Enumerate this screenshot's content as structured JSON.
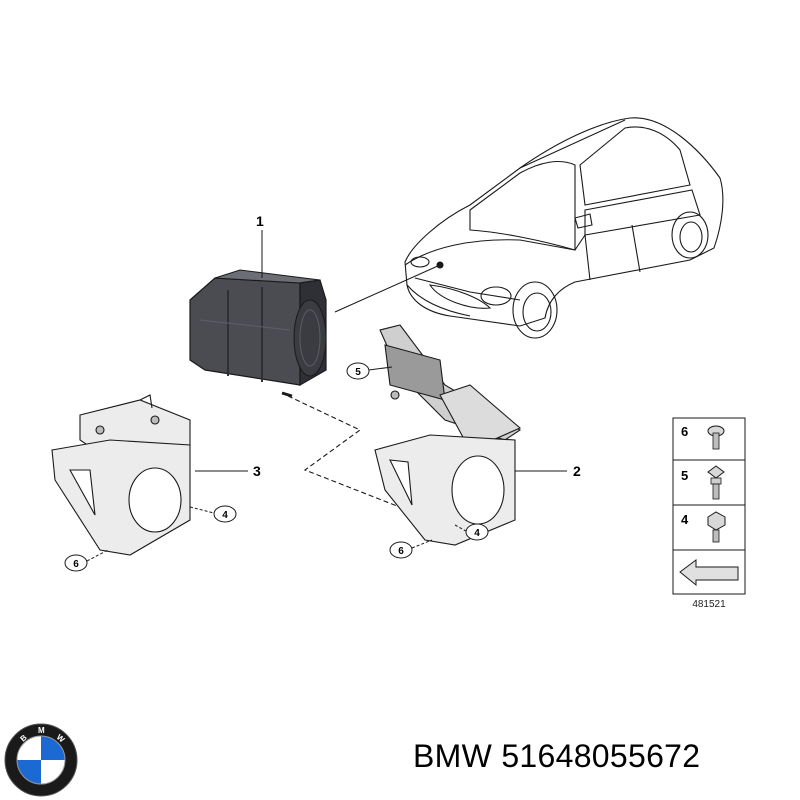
{
  "diagram": {
    "callouts": {
      "c1": "1",
      "c2": "2",
      "c3": "3"
    },
    "bubbles": {
      "b5": "5",
      "b4_left": "4",
      "b6_left": "6",
      "b4_right": "4",
      "b6_right": "6"
    },
    "legend": {
      "items": [
        "6",
        "5",
        "4"
      ]
    },
    "drawing_number": "481521"
  },
  "footer": {
    "logo_letters": [
      "B",
      "M",
      "W"
    ],
    "brand": "BMW",
    "part_number": "51648055672"
  },
  "colors": {
    "line": "#1a1a1a",
    "module_body": "#4a4c52",
    "module_dark": "#2e3035",
    "bracket": "#e8e8e8",
    "logo_blue": "#1c69d4",
    "logo_ring": "#1a1a1a"
  }
}
